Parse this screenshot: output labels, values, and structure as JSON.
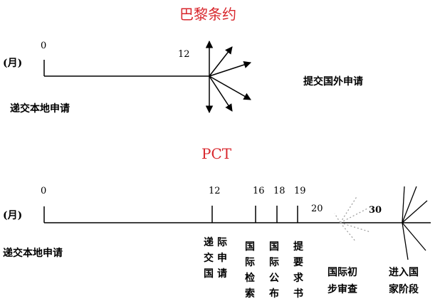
{
  "paris": {
    "title": "巴黎条约",
    "tick_start": "0",
    "tick_12": "12",
    "unit": "(月)",
    "left_label": "递交本地申请",
    "right_label": "提交国外申请"
  },
  "pct": {
    "title": "PCT",
    "ticks": {
      "t0": "0",
      "t12": "12",
      "t16": "16",
      "t18": "18",
      "t19": "19",
      "t20": "20",
      "t30": "30"
    },
    "unit": "(月)",
    "left_label": "递交本地申请",
    "columns": {
      "c12a": "递交国",
      "c12b": "际申请",
      "c16": "国际检索",
      "c18": "国际公布",
      "c19": "提要求书"
    },
    "prelim_line1": "国际初",
    "prelim_line2": "步审查",
    "national_line1": "进入国",
    "national_line2": "家阶段"
  }
}
